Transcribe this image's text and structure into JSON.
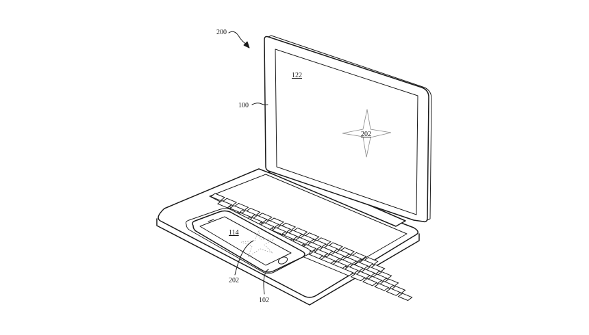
{
  "figure": {
    "labels": {
      "system": "200",
      "device": "100",
      "display": "122",
      "display_content": "202",
      "phone_screen": "114",
      "phone_content": "202",
      "phone": "102"
    }
  }
}
